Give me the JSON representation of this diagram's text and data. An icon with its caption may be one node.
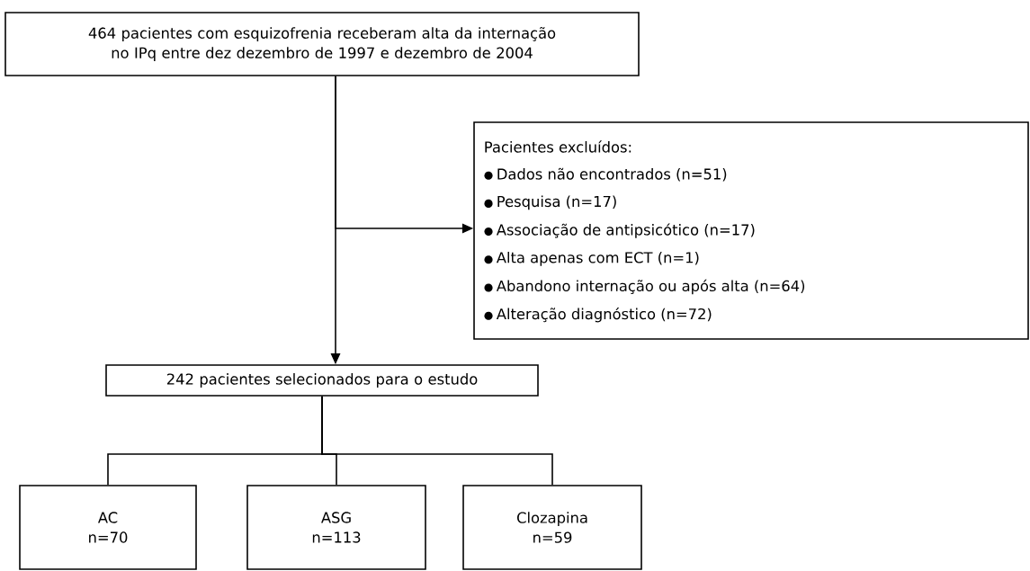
{
  "diagram": {
    "nodes": [
      {
        "text": [
          "464 pacientes com esquizofrenia receberam alta da internação no IPq entre dez dezembro de 1997 e dezembro de 2004"
        ]
      },
      {
        "text": [
          "Pacientes excluídos:",
          "Dados não encontrados (n=51)",
          "Pesquisa (n=17)",
          "Associação de antipsicótico (n=17)",
          "Alta apenas com ECT (n=1)",
          "Abandono internação ou após alta (n=64)",
          "Alteração diagnóstico (n=72)"
        ]
      },
      {
        "text": [
          "242 pacientes selecionados para o estudo"
        ]
      },
      {
        "text": [
          "AC",
          "n=70"
        ]
      },
      {
        "text": [
          "ASG",
          "n=113"
        ]
      },
      {
        "text": [
          "Clozapina",
          "n=59"
        ]
      }
    ],
    "edges": [
      {
        "from": 0,
        "to": 2,
        "arrow": "to"
      },
      {
        "from": 0,
        "to": 1,
        "arrow": "to"
      },
      {
        "from": 2,
        "to": 3,
        "arrow": "none"
      },
      {
        "from": 2,
        "to": 4,
        "arrow": "none"
      },
      {
        "from": 2,
        "to": 5,
        "arrow": "none"
      }
    ]
  }
}
